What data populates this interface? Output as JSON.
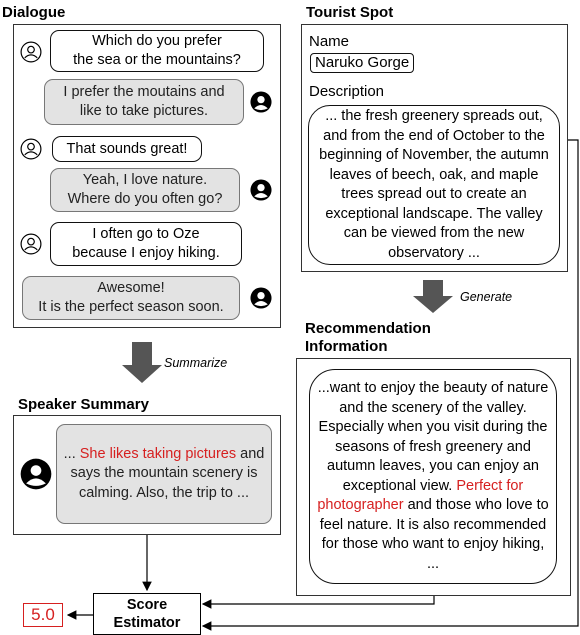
{
  "dialogue": {
    "title": "Dialogue",
    "messages": [
      {
        "speaker": "system",
        "lines": [
          "Which do you prefer",
          "the sea or the mountains?"
        ]
      },
      {
        "speaker": "user",
        "lines": [
          "I prefer the moutains and",
          "like to take pictures."
        ]
      },
      {
        "speaker": "system",
        "lines": [
          "That sounds great!"
        ]
      },
      {
        "speaker": "user",
        "lines": [
          "Yeah, I love nature.",
          "Where do you often go?"
        ]
      },
      {
        "speaker": "system",
        "lines": [
          "I often go to Oze",
          "because I enjoy hiking."
        ]
      },
      {
        "speaker": "user",
        "lines": [
          "Awesome!",
          "It is the perfect season soon."
        ]
      }
    ]
  },
  "summarize_label": "Summarize",
  "speaker_summary": {
    "title": "Speaker Summary",
    "part1": "... ",
    "highlight": "She likes taking pictures",
    "part2": " and says the mountain scenery is calming. Also, the trip to ..."
  },
  "tourist_spot": {
    "title": "Tourist Spot",
    "name_label": "Name",
    "name_value": "Naruko Gorge",
    "description_label": "Description",
    "description": "... the fresh greenery spreads out, and from the end of October to the beginning of November, the autumn leaves of beech, oak, and maple trees spread out to create an exceptional landscape. The valley can be viewed from the new observatory ..."
  },
  "generate_label": "Generate",
  "recommendation": {
    "title_line1": "Recommendation",
    "title_line2": "Information",
    "part1": "...want to enjoy the beauty of nature and the scenery of the valley. Especially when you visit during the seasons of fresh greenery and autumn leaves, you can enjoy an exceptional view. ",
    "highlight": "Perfect for photographer",
    "part2": " and those who love to feel nature. It is also recommended for those who want to enjoy hiking, ..."
  },
  "score_estimator": {
    "line1": "Score",
    "line2": "Estimator"
  },
  "score_value": "5.0",
  "colors": {
    "highlight": "#d62020",
    "user_bubble": "#e3e3e3",
    "arrow": "#555555"
  }
}
